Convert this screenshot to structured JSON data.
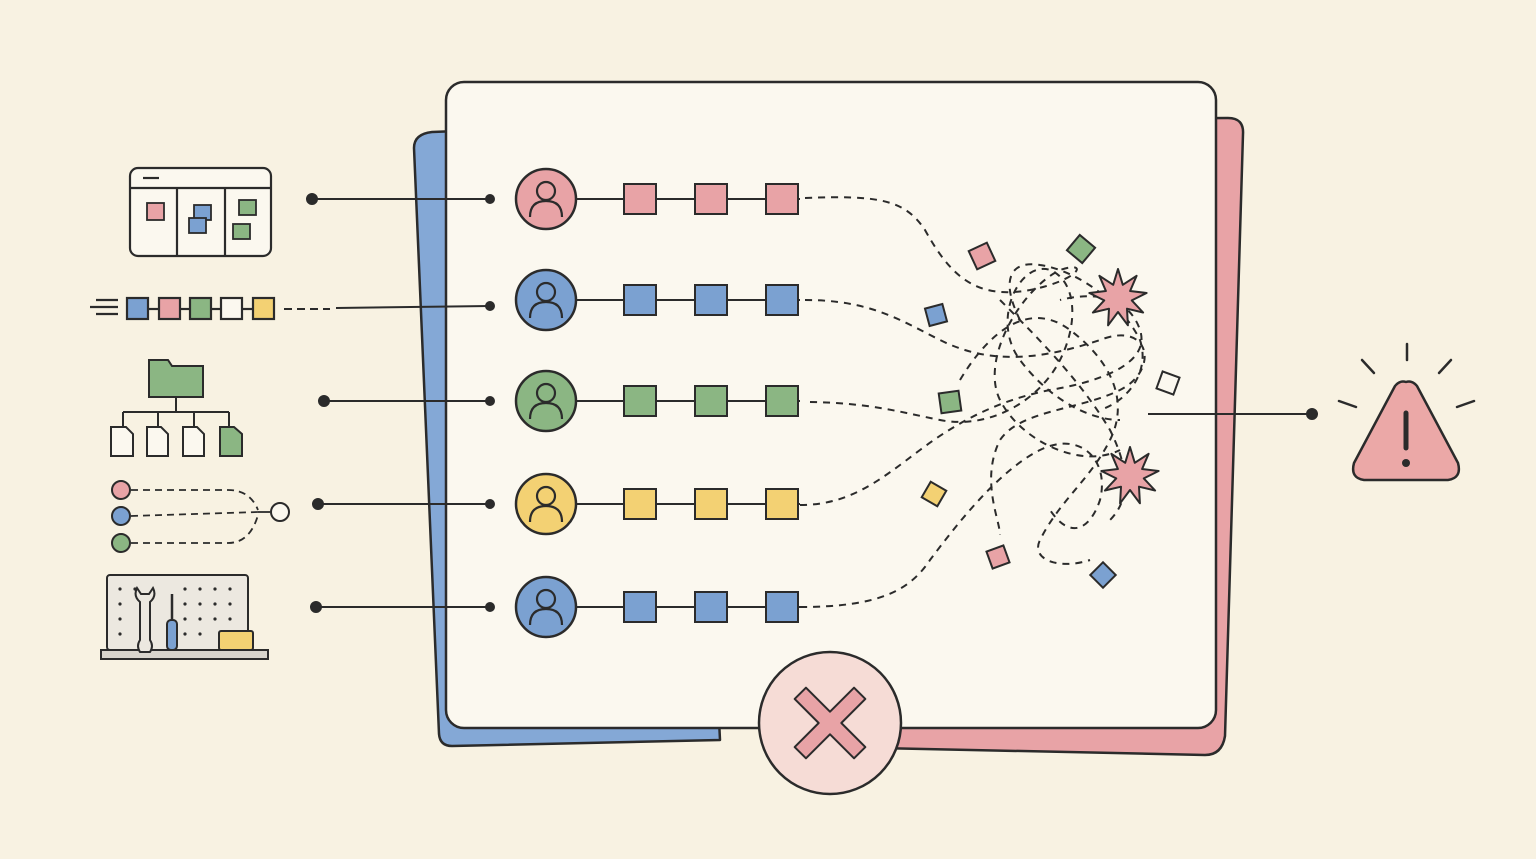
{
  "colors": {
    "background": "#f8f2e2",
    "panel": "#fbf8ef",
    "ink": "#2b2b2b",
    "pink": "#e8a3a6",
    "pink_dark": "#c98588",
    "blue": "#7ba1d1",
    "blue_back": "#84a8d6",
    "green": "#8bb683",
    "yellow": "#f3d173",
    "reject_fill": "#f6dcd6",
    "warning_fill": "#eba8a7"
  },
  "source_icons": [
    {
      "name": "kanban-board-icon"
    },
    {
      "name": "task-queue-icon"
    },
    {
      "name": "folder-tree-icon"
    },
    {
      "name": "merging-branches-icon"
    },
    {
      "name": "tool-pegboard-icon"
    }
  ],
  "workers": [
    {
      "name": "worker-pink",
      "color": "pink",
      "task_count": 3
    },
    {
      "name": "worker-blue",
      "color": "blue",
      "task_count": 3
    },
    {
      "name": "worker-green",
      "color": "green",
      "task_count": 3
    },
    {
      "name": "worker-yellow",
      "color": "yellow",
      "task_count": 3
    },
    {
      "name": "worker-blue-2",
      "color": "blue",
      "task_count": 3
    }
  ],
  "scattered_tasks": [
    {
      "color": "pink"
    },
    {
      "color": "green"
    },
    {
      "color": "blue"
    },
    {
      "color": "white"
    },
    {
      "color": "green"
    },
    {
      "color": "yellow"
    },
    {
      "color": "pink"
    },
    {
      "color": "blue"
    }
  ],
  "collisions": 2,
  "result_icons": [
    "warning-icon",
    "reject-x-icon"
  ]
}
